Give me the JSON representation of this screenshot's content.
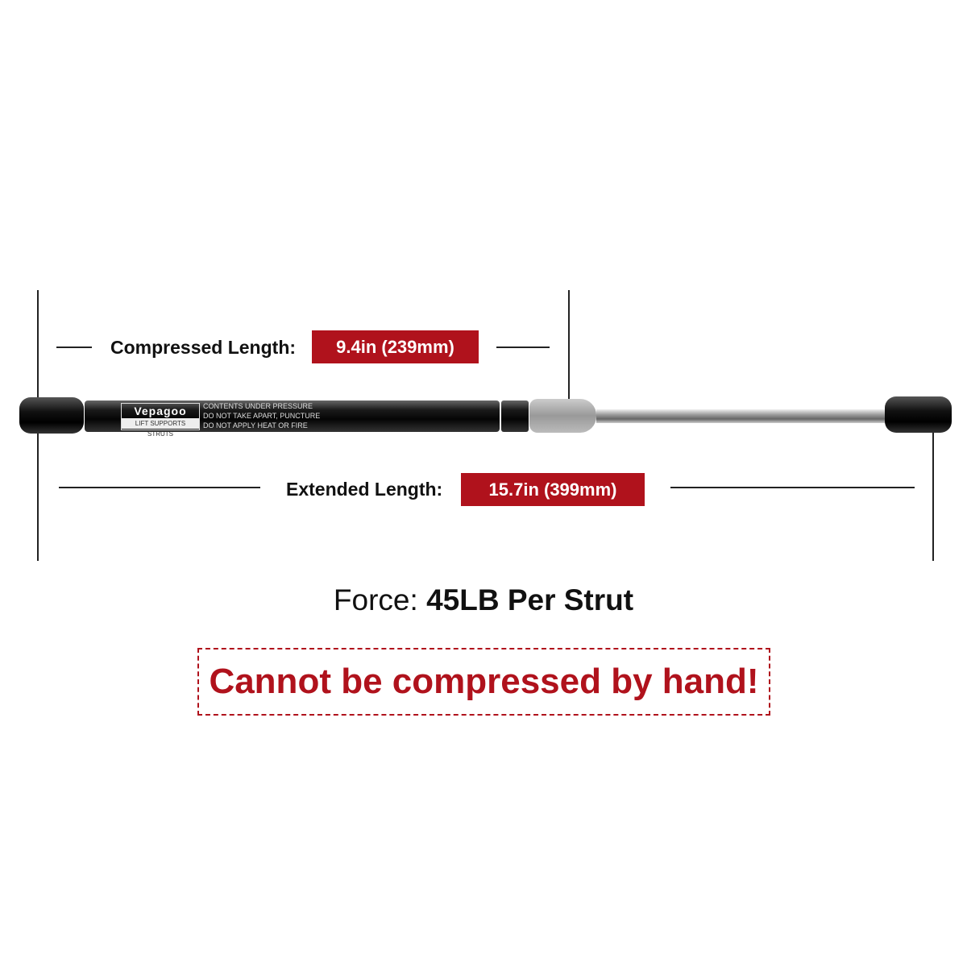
{
  "compressed": {
    "label": "Compressed Length:",
    "value": "9.4in (239mm)"
  },
  "extended": {
    "label": "Extended Length:",
    "value": "15.7in (399mm)"
  },
  "strut": {
    "brand": "Vepagoo",
    "brand_sub": "LIFT SUPPORTS STRUTS",
    "warnings": [
      "CONTENTS UNDER PRESSURE",
      "DO NOT TAKE APART, PUNCTURE",
      "DO NOT  APPLY HEAT OR FIRE"
    ]
  },
  "force": {
    "label": "Force:",
    "value": "45LB Per Strut"
  },
  "warning_box": {
    "text": "Cannot be compressed by hand!"
  },
  "colors": {
    "accent_red": "#b0121c"
  }
}
